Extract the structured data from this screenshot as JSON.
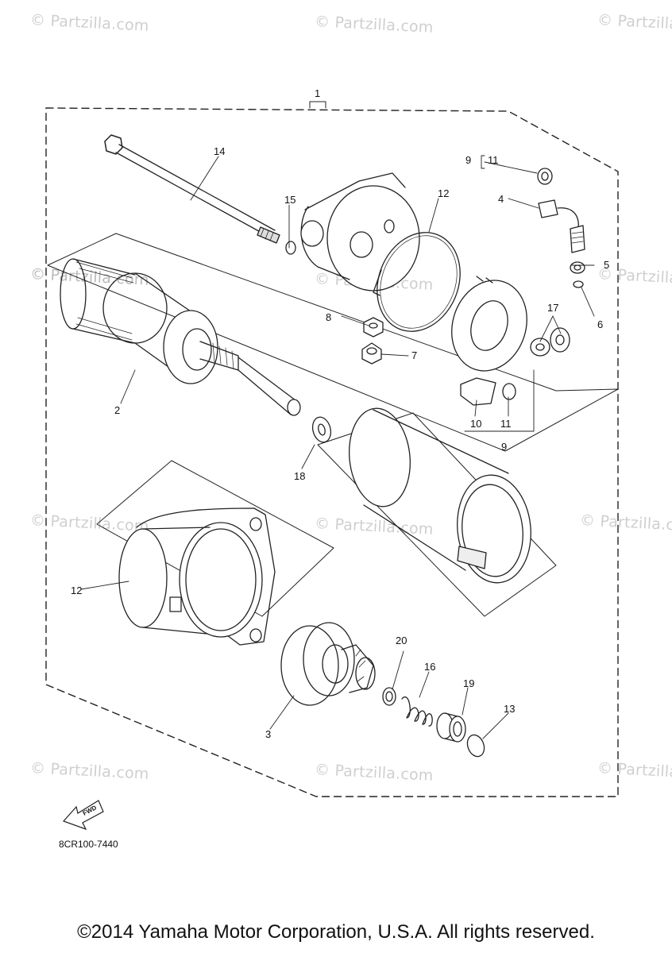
{
  "watermark": "© Partzilla.com",
  "diagram_code": "8CR100-7440",
  "fwd_label": "FWD",
  "copyright": "©2014  Yamaha Motor Corporation, U.S.A. All rights reserved.",
  "callouts": {
    "c1": "1",
    "c2": "2",
    "c3": "3",
    "c4": "4",
    "c5": "5",
    "c6": "6",
    "c7": "7",
    "c8": "8",
    "c9a": "9",
    "c9b": "9",
    "c10": "10",
    "c11a": "11",
    "c11b": "11",
    "c12a": "12",
    "c12b": "12",
    "c13": "13",
    "c14": "14",
    "c15": "15",
    "c16": "16",
    "c17": "17",
    "c18": "18",
    "c19": "19",
    "c20": "20"
  }
}
